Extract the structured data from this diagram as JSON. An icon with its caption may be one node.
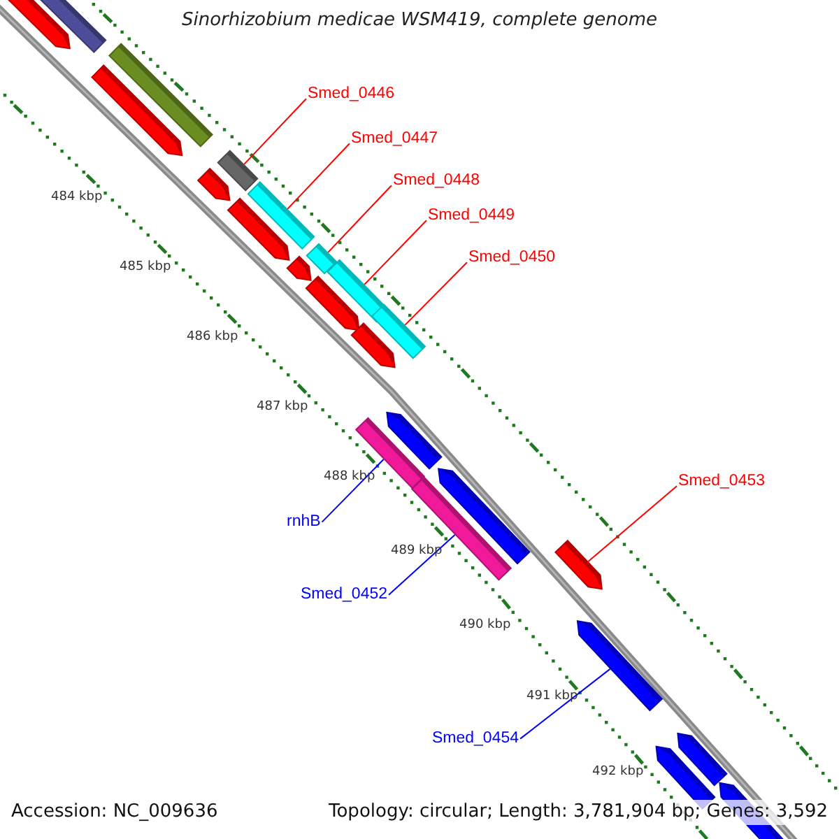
{
  "diagram": {
    "title": "Sinorhizobium medicae WSM419, complete genome",
    "nodes": [
      {
        "text": [
          "Smed_0446"
        ]
      },
      {
        "text": [],
        "shape": "box"
      },
      {
        "text": [
          "Smed_0447"
        ]
      },
      {
        "text": [],
        "shape": "box"
      },
      {
        "text": [
          "Smed_0448"
        ]
      },
      {
        "text": [],
        "shape": "box"
      },
      {
        "text": [
          "Smed_0449"
        ]
      },
      {
        "text": [],
        "shape": "box"
      },
      {
        "text": [
          "Smed_0450"
        ]
      },
      {
        "text": [],
        "shape": "box"
      },
      {
        "text": [
          "Smed_0453"
        ]
      },
      {
        "text": [],
        "shape": "arrow"
      },
      {
        "text": [
          "rnhB"
        ]
      },
      {
        "text": [],
        "shape": "box"
      },
      {
        "text": [
          "Smed_0452"
        ]
      },
      {
        "text": [],
        "shape": "box"
      },
      {
        "text": [
          "Smed_0454"
        ]
      },
      {
        "text": [],
        "shape": "arrow"
      }
    ],
    "edges": [
      {
        "from": 0,
        "to": 1,
        "arrow": "none"
      },
      {
        "from": 2,
        "to": 3,
        "arrow": "none"
      },
      {
        "from": 4,
        "to": 5,
        "arrow": "none"
      },
      {
        "from": 6,
        "to": 7,
        "arrow": "none"
      },
      {
        "from": 8,
        "to": 9,
        "arrow": "none"
      },
      {
        "from": 10,
        "to": 11,
        "arrow": "none"
      },
      {
        "from": 12,
        "to": 13,
        "arrow": "none",
        "color": "#0000ff"
      },
      {
        "from": 14,
        "to": 15,
        "arrow": "none",
        "color": "#0000ff"
      },
      {
        "from": 16,
        "to": 17,
        "arrow": "none",
        "color": "#0000ff"
      }
    ],
    "labels": [
      "484 kbp",
      "485 kbp",
      "486 kbp",
      "487 kbp",
      "488 kbp",
      "489 kbp",
      "490 kbp",
      "491 kbp",
      "492 kbp",
      "Accession: NC_009636",
      "Topology: circular; Length: 3,781,904 bp; Genes: 3,592"
    ]
  }
}
